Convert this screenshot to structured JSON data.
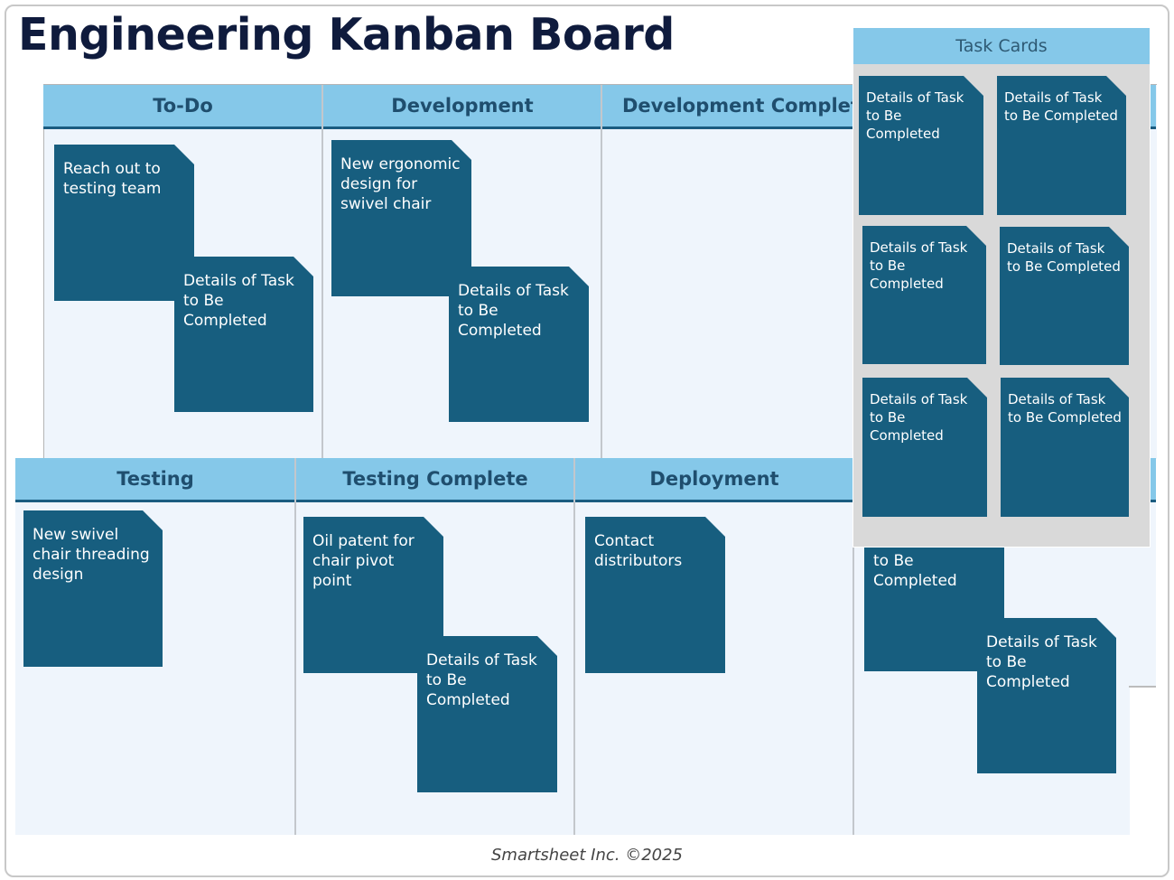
{
  "board": {
    "title": "Engineering Kanban Board",
    "columns_top": [
      "To-Do",
      "Development",
      "Development Complete"
    ],
    "columns_bottom": [
      "Testing",
      "Testing Complete",
      "Deployment"
    ]
  },
  "cards": {
    "todo_1": "Reach out to testing team",
    "todo_2": "Details of Task to Be Completed",
    "dev_1": "New ergonomic design for swivel chair",
    "dev_2": "Details of Task to Be Completed",
    "testing_1": "New swivel chair threading design",
    "testcomplete_1": "Oil patent for chair pivot point",
    "testcomplete_2": "Details of Task to Be Completed",
    "deploy_1": "Contact distributors",
    "partial_1": "to Be Completed",
    "right_1": "Details of Task to Be Completed"
  },
  "task_panel": {
    "title": "Task Cards",
    "cards": [
      "Details of Task to Be Completed",
      "Details of Task to Be Completed",
      "Details of Task to Be Completed",
      "Details of Task to Be Completed",
      "Details of Task to Be Completed",
      "Details of Task to Be Completed"
    ]
  },
  "footer": "Smartsheet Inc. ©2025",
  "colors": {
    "header_bg": "#85c8e9",
    "header_text": "#1f4e6e",
    "card_bg": "#175e7f",
    "board_bg": "#eff5fc",
    "title_text": "#0f1b3d"
  }
}
